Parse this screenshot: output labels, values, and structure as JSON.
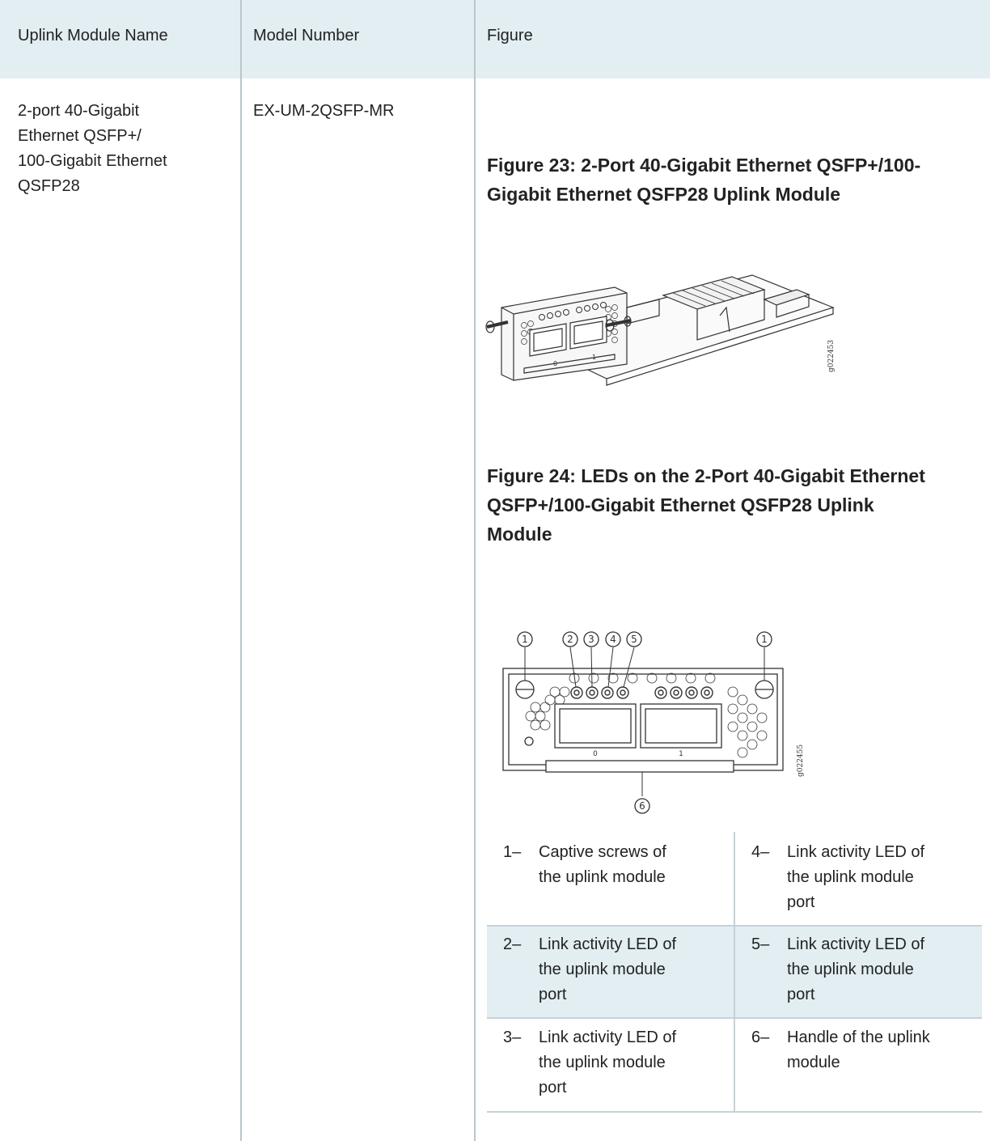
{
  "table": {
    "headers": [
      "Uplink Module Name",
      "Model Number",
      "Figure"
    ],
    "row": {
      "name_lines": [
        "2-port 40-Gigabit",
        "Ethernet QSFP+/",
        "100-Gigabit Ethernet",
        "QSFP28"
      ],
      "model": "EX-UM-2QSFP-MR"
    }
  },
  "figure23": {
    "caption_lines": [
      "Figure 23: 2-Port 40-Gigabit Ethernet QSFP+/100-",
      "Gigabit Ethernet QSFP28 Uplink Module"
    ],
    "id_label": "g022453",
    "port_labels": [
      "0",
      "1"
    ]
  },
  "figure24": {
    "caption_lines": [
      "Figure 24: LEDs on the 2-Port 40-Gigabit Ethernet",
      "QSFP+/100-Gigabit Ethernet QSFP28 Uplink",
      "Module"
    ],
    "id_label": "g022455",
    "port_labels": [
      "0",
      "1"
    ],
    "callouts": [
      "1",
      "2",
      "3",
      "4",
      "5",
      "1",
      "6"
    ]
  },
  "legend": [
    {
      "num": "1–",
      "lines": [
        "Captive screws of",
        "the uplink module"
      ]
    },
    {
      "num": "4–",
      "lines": [
        "Link activity LED of",
        "the uplink module",
        "port"
      ]
    },
    {
      "num": "2–",
      "lines": [
        "Link activity LED of",
        "the uplink module",
        "port"
      ]
    },
    {
      "num": "5–",
      "lines": [
        "Link activity LED of",
        "the uplink module",
        "port"
      ]
    },
    {
      "num": "3–",
      "lines": [
        "Link activity LED of",
        "the uplink module",
        "port"
      ]
    },
    {
      "num": "6–",
      "lines": [
        "Handle of the uplink",
        "module"
      ]
    }
  ]
}
